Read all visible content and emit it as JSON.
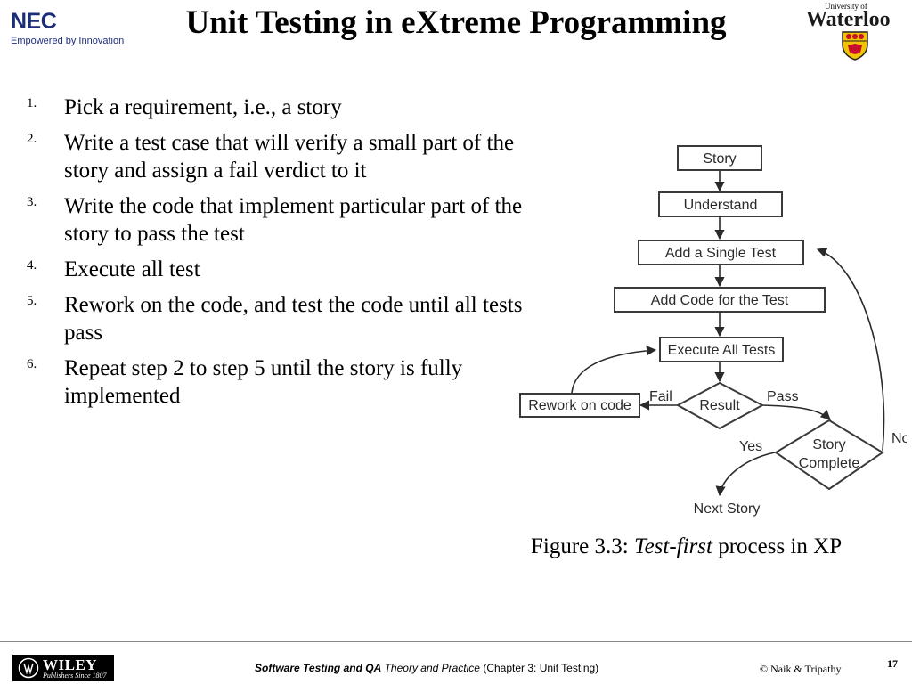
{
  "header": {
    "title": "Unit Testing in eXtreme Programming",
    "nec_logo": {
      "word": "NEC",
      "tagline": "Empowered by Innovation"
    },
    "uw_logo": {
      "small": "University of",
      "big": "Waterloo"
    }
  },
  "steps": [
    {
      "number": "1.",
      "text": "Pick a requirement, i.e., a story"
    },
    {
      "number": "2.",
      "text": "Write a test case that will verify a small part of the story and assign a fail verdict to it"
    },
    {
      "number": "3.",
      "text": "Write the code that implement particular part of the story to pass the test"
    },
    {
      "number": "4.",
      "text": "Execute all test"
    },
    {
      "number": "5.",
      "text": "Rework on the code, and test the code until all tests pass"
    },
    {
      "number": "6.",
      "text": "Repeat step 2 to step 5 until the story is fully implemented"
    }
  ],
  "flowchart": {
    "nodes": {
      "story": "Story",
      "understand": "Understand",
      "add_test": "Add a Single Test",
      "add_code": "Add Code for the Test",
      "execute": "Execute All Tests",
      "rework": "Rework on code",
      "result": "Result",
      "story_complete_1": "Story",
      "story_complete_2": "Complete",
      "next_story": "Next Story"
    },
    "edges": {
      "fail": "Fail",
      "pass": "Pass",
      "yes": "Yes",
      "no": "No"
    }
  },
  "caption": {
    "prefix": "Figure 3.3: ",
    "emph": "Test-first",
    "suffix": " process in XP"
  },
  "footer": {
    "wiley": {
      "name": "WILEY",
      "tagline": "Publishers Since 1807"
    },
    "course_bold": "Software Testing and QA",
    "course_italic": "Theory and Practice",
    "course_chapter": "(Chapter 3: Unit Testing)",
    "copyright": "© Naik & Tripathy",
    "page": "17"
  },
  "colors": {
    "nec_blue": "#1c2d7a",
    "uw_gold": "#f2c300",
    "uw_red": "#c8102e"
  }
}
